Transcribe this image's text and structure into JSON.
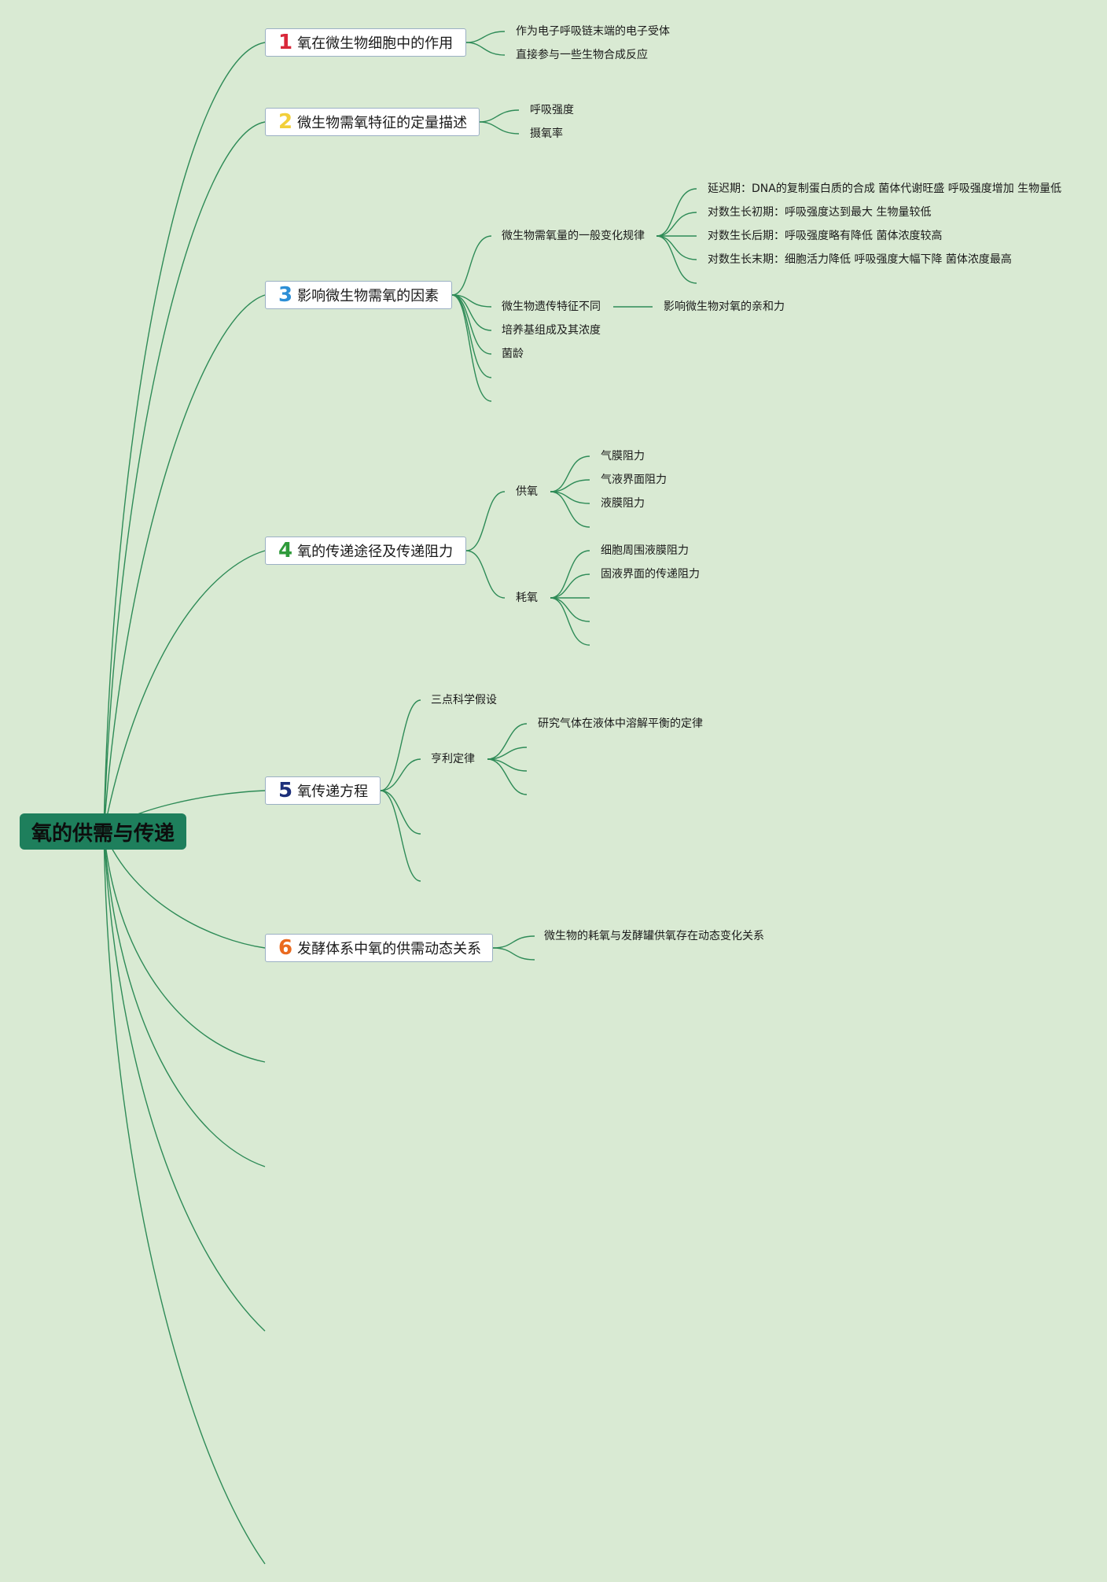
{
  "root": {
    "title": "氧的供需与传递"
  },
  "topics": [
    {
      "number": "1",
      "color": "#d9283a",
      "label": "氧在微生物细胞中的作用",
      "children": [
        "作为电子呼吸链末端的电子受体",
        "直接参与一些生物合成反应"
      ]
    },
    {
      "number": "2",
      "color": "#f2cf3a",
      "label": "微生物需氧特征的定量描述",
      "children": [
        "呼吸强度",
        "摄氧率"
      ]
    },
    {
      "number": "3",
      "color": "#2d8fd6",
      "label": "影响微生物需氧的因素",
      "children": [
        {
          "label": "微生物需氧量的一般变化规律",
          "children": [
            "延迟期：DNA的复制蛋白质的合成 菌体代谢旺盛 呼吸强度增加 生物量低",
            "对数生长初期：呼吸强度达到最大 生物量较低",
            "对数生长后期：呼吸强度略有降低 菌体浓度较高",
            "对数生长末期：细胞活力降低 呼吸强度大幅下降 菌体浓度最高"
          ]
        },
        {
          "label": "微生物遗传特征不同",
          "children": [
            "影响微生物对氧的亲和力"
          ]
        },
        {
          "label": "培养基组成及其浓度"
        },
        {
          "label": "菌龄"
        }
      ]
    },
    {
      "number": "4",
      "color": "#2e9a3a",
      "label": "氧的传递途径及传递阻力",
      "children": [
        {
          "label": "供氧",
          "children": [
            "气膜阻力",
            "气液界面阻力",
            "液膜阻力"
          ]
        },
        {
          "label": "耗氧",
          "children": [
            "细胞周围液膜阻力",
            "固液界面的传递阻力"
          ]
        }
      ]
    },
    {
      "number": "5",
      "color": "#1c2f7a",
      "label": "氧传递方程",
      "children": [
        {
          "label": "三点科学假设"
        },
        {
          "label": "亨利定律",
          "children": [
            "研究气体在液体中溶解平衡的定律"
          ]
        }
      ]
    },
    {
      "number": "6",
      "color": "#ea6a1f",
      "label": "发酵体系中氧的供需动态关系",
      "children": [
        "微生物的耗氧与发酵罐供氧存在动态变化关系"
      ]
    }
  ],
  "colors": {
    "background": "#d9ead3",
    "line": "#2e8b57",
    "root_fill": "#1e7f5c",
    "node_border": "#9bb0c4"
  }
}
